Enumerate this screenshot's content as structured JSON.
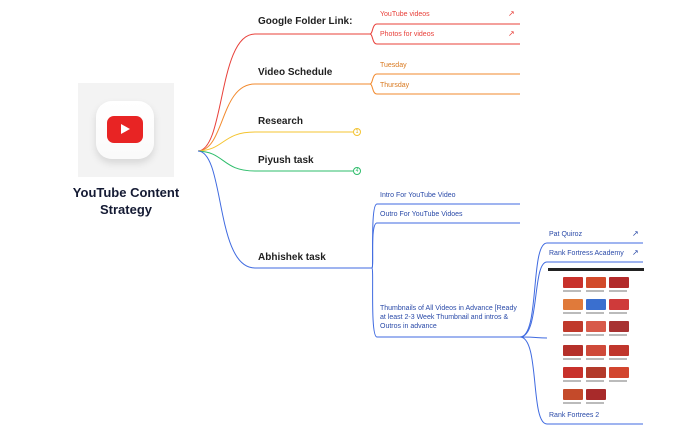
{
  "root": {
    "title_line1": "YouTube Content",
    "title_line2": "Strategy",
    "icon": "youtube-logo-icon"
  },
  "branches": {
    "google_folder": {
      "label": "Google Folder Link:",
      "color": "#e8403a",
      "children": [
        "YouTube videos",
        "Photos for videos"
      ]
    },
    "video_schedule": {
      "label": "Video Schedule",
      "color": "#f28a2e",
      "children": [
        "Tuesday",
        "Thursday"
      ]
    },
    "research": {
      "label": "Research",
      "color": "#f4c430",
      "collapsed_count": "1"
    },
    "piyush": {
      "label": "Piyush task",
      "color": "#2ebd6b",
      "collapsed_count": "4"
    },
    "abhishek": {
      "label": "Abhishek task",
      "color": "#3f6ae0",
      "children": [
        "Intro For YouTube Video",
        "Outro For YouTube Vidoes"
      ],
      "thumbnails": {
        "label": "Thumbnails of All Videos in Advance [Ready at least 2-3 Week Thumbnail and intros & Outros in advance",
        "children": [
          "Pat Quiroz",
          "Rank Fortress Academy",
          "Rank Fortrees 2"
        ]
      }
    }
  },
  "icons": {
    "external_link": "external-link-icon"
  }
}
